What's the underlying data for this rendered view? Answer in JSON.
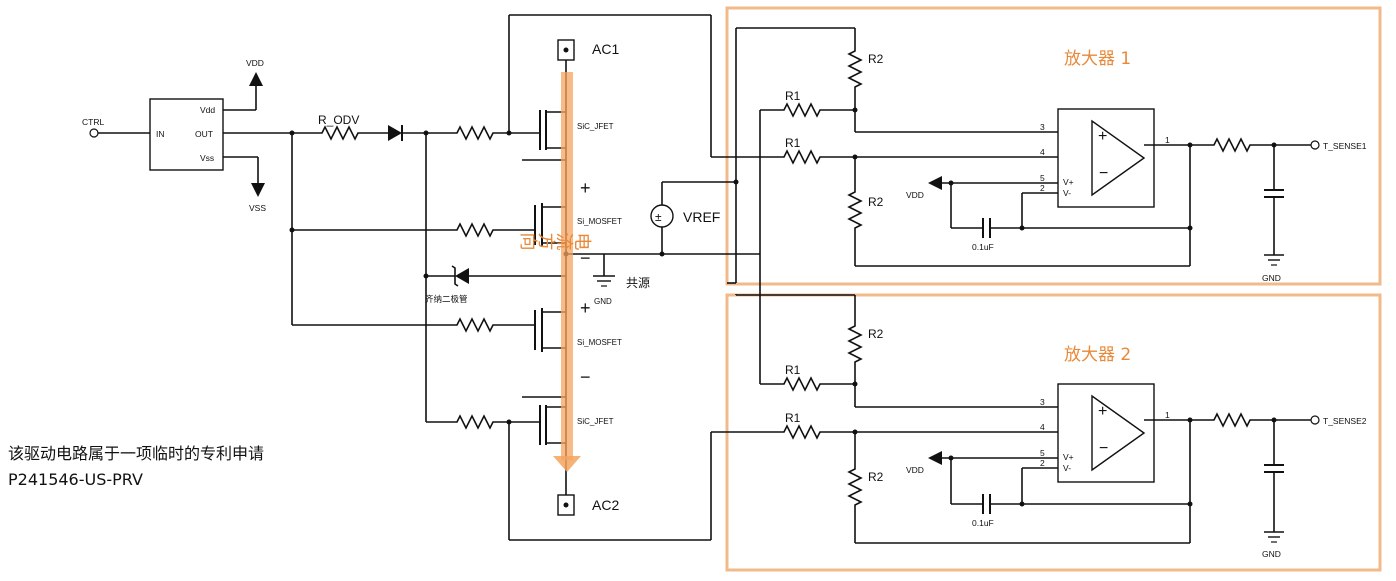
{
  "labels": {
    "ctrl": "CTRL",
    "in": "IN",
    "vdd_pin": "Vdd",
    "out_pin": "OUT",
    "vss_pin": "Vss",
    "vdd": "VDD",
    "vss": "VSS",
    "r_odv": "R_ODV",
    "zener": "齐纳二极管",
    "ac1": "AC1",
    "ac2": "AC2",
    "sic_jfet_top": "SiC_JFET",
    "si_mosfet_top": "Si_MOSFET",
    "si_mosfet_bot": "Si_MOSFET",
    "sic_jfet_bot": "SiC_JFET",
    "current_dir": "电流方向",
    "gnd": "GND",
    "common_source": "共源",
    "vref": "VREF",
    "plus_sign": "+",
    "minus_sign": "−",
    "amp1": "放大器 1",
    "amp2": "放大器 2",
    "r1": "R1",
    "r2": "R2",
    "pin3": "3",
    "pin4": "4",
    "pin5": "5",
    "pin2": "2",
    "pin1": "1",
    "vplus": "V+",
    "vminus": "V-",
    "cap": "0.1uF",
    "t_sense1": "T_SENSE1",
    "t_sense2": "T_SENSE2"
  },
  "note": {
    "line1": "该驱动电路属于一项临时的专利申请",
    "line2": "P241546-US-PRV"
  },
  "colors": {
    "amp_box": "#f2b98a",
    "current_arrow": "#f5a35f",
    "label_orange": "#e8893a"
  }
}
